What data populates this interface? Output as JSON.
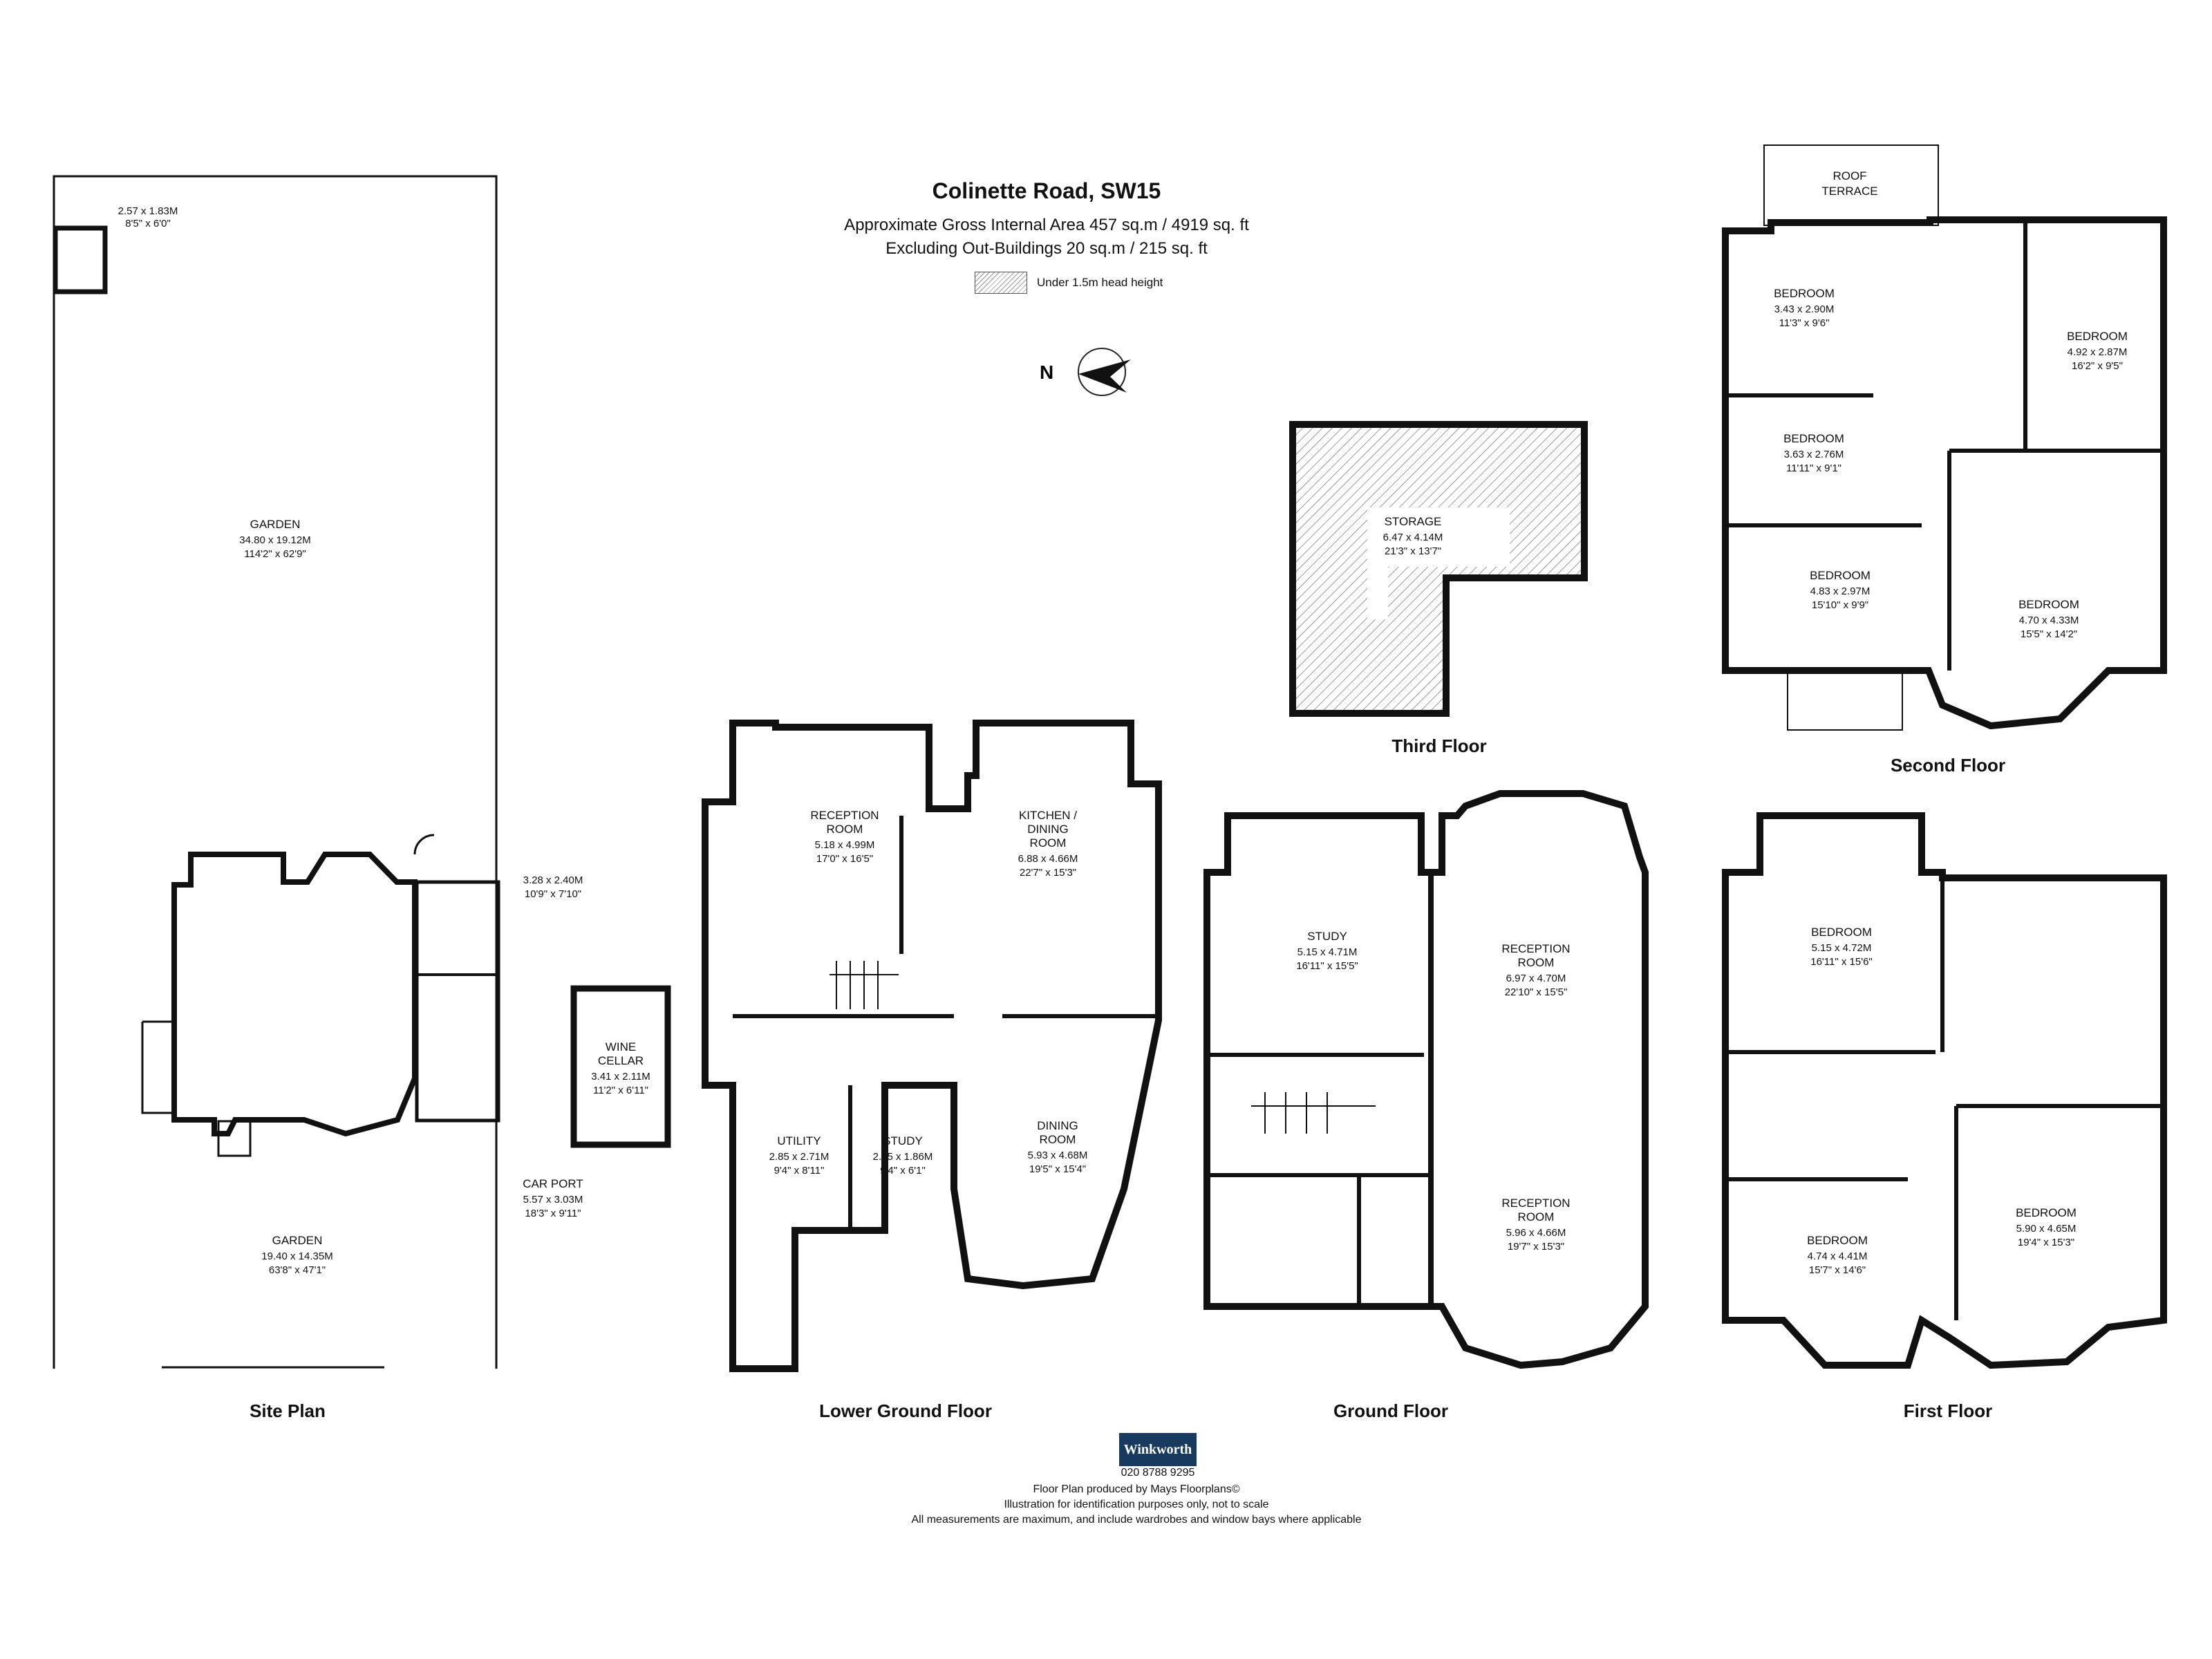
{
  "header": {
    "title": "Colinette Road, SW15",
    "area_line1": "Approximate Gross Internal Area  457 sq.m  /  4919 sq. ft",
    "area_line2": "Excluding Out-Buildings  20 sq.m  /  215 sq. ft",
    "legend_label": "Under 1.5m head height",
    "compass_label": "N"
  },
  "plans": {
    "site": {
      "caption": "Site Plan",
      "garden_rear": {
        "name": "GARDEN",
        "m": "34.80 x 19.12M",
        "ft": "114'2\" x 62'9\""
      },
      "shed": {
        "m": "2.57 x 1.83M",
        "ft": "8'5\" x 6'0\""
      },
      "store": {
        "m": "3.28 x 2.40M",
        "ft": "10'9\" x 7'10\""
      },
      "car_port": {
        "name": "CAR PORT",
        "m": "5.57 x 3.03M",
        "ft": "18'3\" x 9'11\""
      },
      "garden_front": {
        "name": "GARDEN",
        "m": "19.40 x 14.35M",
        "ft": "63'8\" x 47'1\""
      }
    },
    "lower_ground": {
      "caption": "Lower Ground Floor",
      "reception": {
        "name1": "RECEPTION",
        "name2": "ROOM",
        "m": "5.18 x 4.99M",
        "ft": "17'0\" x 16'5\""
      },
      "kitchen": {
        "name1": "KITCHEN /",
        "name2": "DINING",
        "name3": "ROOM",
        "m": "6.88 x 4.66M",
        "ft": "22'7\" x 15'3\""
      },
      "wine_cellar": {
        "name1": "WINE",
        "name2": "CELLAR",
        "m": "3.41 x 2.11M",
        "ft": "11'2\" x 6'11\""
      },
      "utility": {
        "name": "UTILITY",
        "m": "2.85 x 2.71M",
        "ft": "9'4\" x 8'11\""
      },
      "study": {
        "name": "STUDY",
        "m": "2.85 x 1.86M",
        "ft": "9'4\" x 6'1\""
      },
      "dining": {
        "name1": "DINING",
        "name2": "ROOM",
        "m": "5.93 x 4.68M",
        "ft": "19'5\" x 15'4\""
      }
    },
    "ground": {
      "caption": "Ground Floor",
      "study": {
        "name": "STUDY",
        "m": "5.15 x 4.71M",
        "ft": "16'11\" x 15'5\""
      },
      "reception1": {
        "name1": "RECEPTION",
        "name2": "ROOM",
        "m": "6.97 x 4.70M",
        "ft": "22'10\" x 15'5\""
      },
      "reception2": {
        "name1": "RECEPTION",
        "name2": "ROOM",
        "m": "5.96 x 4.66M",
        "ft": "19'7\" x 15'3\""
      }
    },
    "third": {
      "caption": "Third Floor",
      "storage": {
        "name": "STORAGE",
        "m": "6.47 x 4.14M",
        "ft": "21'3\" x 13'7\""
      }
    },
    "second": {
      "caption": "Second Floor",
      "roof_terrace": {
        "name1": "ROOF",
        "name2": "TERRACE"
      },
      "bed_a": {
        "name": "BEDROOM",
        "m": "3.43 x 2.90M",
        "ft": "11'3\" x 9'6\""
      },
      "bed_b": {
        "name": "BEDROOM",
        "m": "4.92 x 2.87M",
        "ft": "16'2\" x 9'5\""
      },
      "bed_c": {
        "name": "BEDROOM",
        "m": "3.63 x 2.76M",
        "ft": "11'11\" x 9'1\""
      },
      "bed_d": {
        "name": "BEDROOM",
        "m": "4.83 x 2.97M",
        "ft": "15'10\" x 9'9\""
      },
      "bed_e": {
        "name": "BEDROOM",
        "m": "4.70 x 4.33M",
        "ft": "15'5\" x 14'2\""
      }
    },
    "first": {
      "caption": "First Floor",
      "bed_a": {
        "name": "BEDROOM",
        "m": "5.15 x 4.72M",
        "ft": "16'11\" x 15'6\""
      },
      "bed_b": {
        "name": "BEDROOM",
        "m": "4.74 x 4.41M",
        "ft": "15'7\" x 14'6\""
      },
      "bed_c": {
        "name": "BEDROOM",
        "m": "5.90 x 4.65M",
        "ft": "19'4\" x 15'3\""
      }
    }
  },
  "footer": {
    "agent": "Winkworth",
    "phone": "020 8788 9295",
    "line1": "Floor Plan produced by Mays Floorplans©",
    "line2": "Illustration for identification purposes only, not to scale",
    "line3": "All measurements are maximum, and include wardrobes and window bays where applicable"
  },
  "colors": {
    "wall": "#111111",
    "hatch": "#9a9a9a",
    "agent_bg": "#173a5e"
  }
}
